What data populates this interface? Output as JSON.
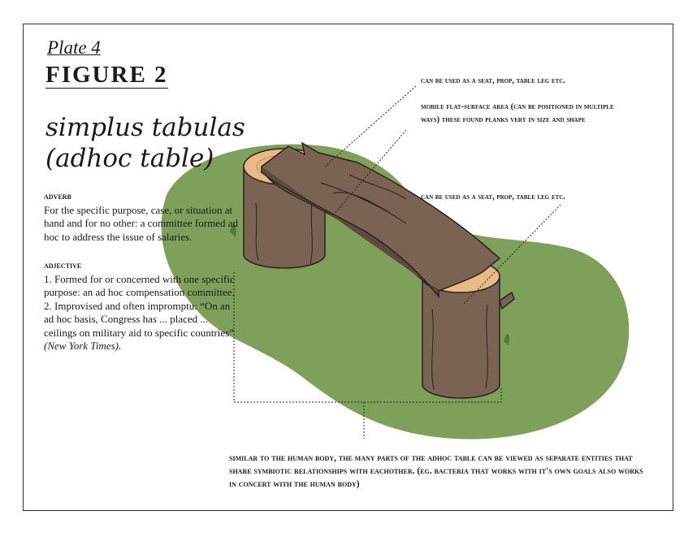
{
  "header": {
    "plate": "Plate 4",
    "figure": "FIGURE 2"
  },
  "species": {
    "latin": "simplus tabulas",
    "common": "(adhoc table)"
  },
  "definitions": {
    "adverb": {
      "heading": "ADVERB",
      "text": "For the specific purpose, case, or situation at hand and for no other: a committee formed ad hoc to address the issue of salaries."
    },
    "adjective": {
      "heading": "ADJECTIVE",
      "item1": "1. Formed for or concerned with one specific purpose: an ad hoc compensation committee.",
      "item2": "2. Improvised and often impromptu: “On an ad hoc basis, Congress has ... placed ... ceilings on military aid to specific countries”",
      "source": "(New York Times)."
    }
  },
  "callouts": {
    "top": "CAN BE USED AS A SEAT, PROP, TABLE LEG ETC.",
    "middle": "MOBILE FLAT-SURFACE AREA (CAN BE POSITIONED IN MULTIPLE WAYS) THESE FOUND PLANKS VERY IN SIZE AND SHAPE",
    "right": "CAN BE USED AS A SEAT, PROP, TABLE LEG ETC.",
    "bottom": "SIMILAR TO THE HUMAN BODY, THE MANY PARTS OF THE ADHOC TABLE CAN BE VIEWED AS SEPARATE ENTITIES THAT SHARE SYMBIOTIC RELATIONSHIPS WITH EACHOTHER. (EG. BACTERIA THAT WORKS WITH IT'S OWN GOALS ALSO WORKS IN CONCERT WITH THE HUMAN BODY)"
  },
  "colors": {
    "grass": "#7fa05a",
    "wood": "#7a6352",
    "ring": "#e9b987",
    "outline": "#2a2220"
  }
}
